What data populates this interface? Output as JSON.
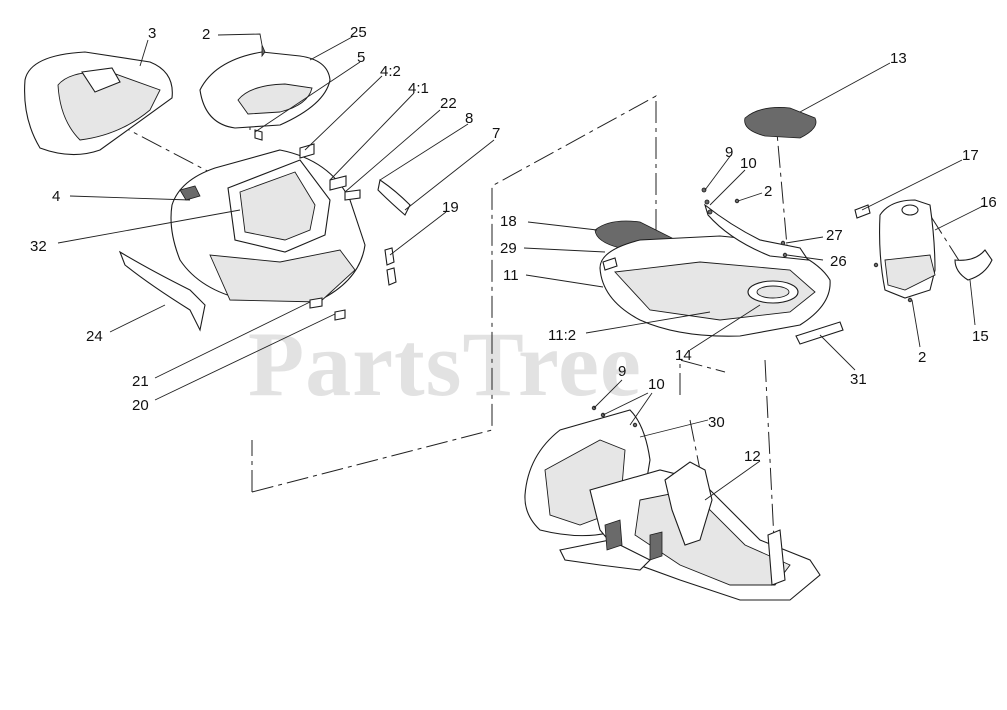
{
  "watermark": "PartsTree",
  "colors": {
    "line": "#1c1c1c",
    "fill": "#ffffff",
    "shade": "#e6e6e6",
    "watermark": "#9a9a9a"
  },
  "callouts": {
    "c3": "3",
    "c2_top": "2",
    "c25": "25",
    "c5": "5",
    "c4_2": "4:2",
    "c4_1": "4:1",
    "c22": "22",
    "c8": "8",
    "c7": "7",
    "c4": "4",
    "c32": "32",
    "c19": "19",
    "c24": "24",
    "c21": "21",
    "c20": "20",
    "c13": "13",
    "c9_top": "9",
    "c10_top": "10",
    "c2_mid": "2",
    "c17": "17",
    "c16": "16",
    "c18": "18",
    "c29": "29",
    "c27": "27",
    "c26": "26",
    "c11": "11",
    "c11_2": "11:2",
    "c14": "14",
    "c31": "31",
    "c15": "15",
    "c2_bottom": "2",
    "c9_bottom": "9",
    "c10_bottom": "10",
    "c30": "30",
    "c12": "12"
  }
}
